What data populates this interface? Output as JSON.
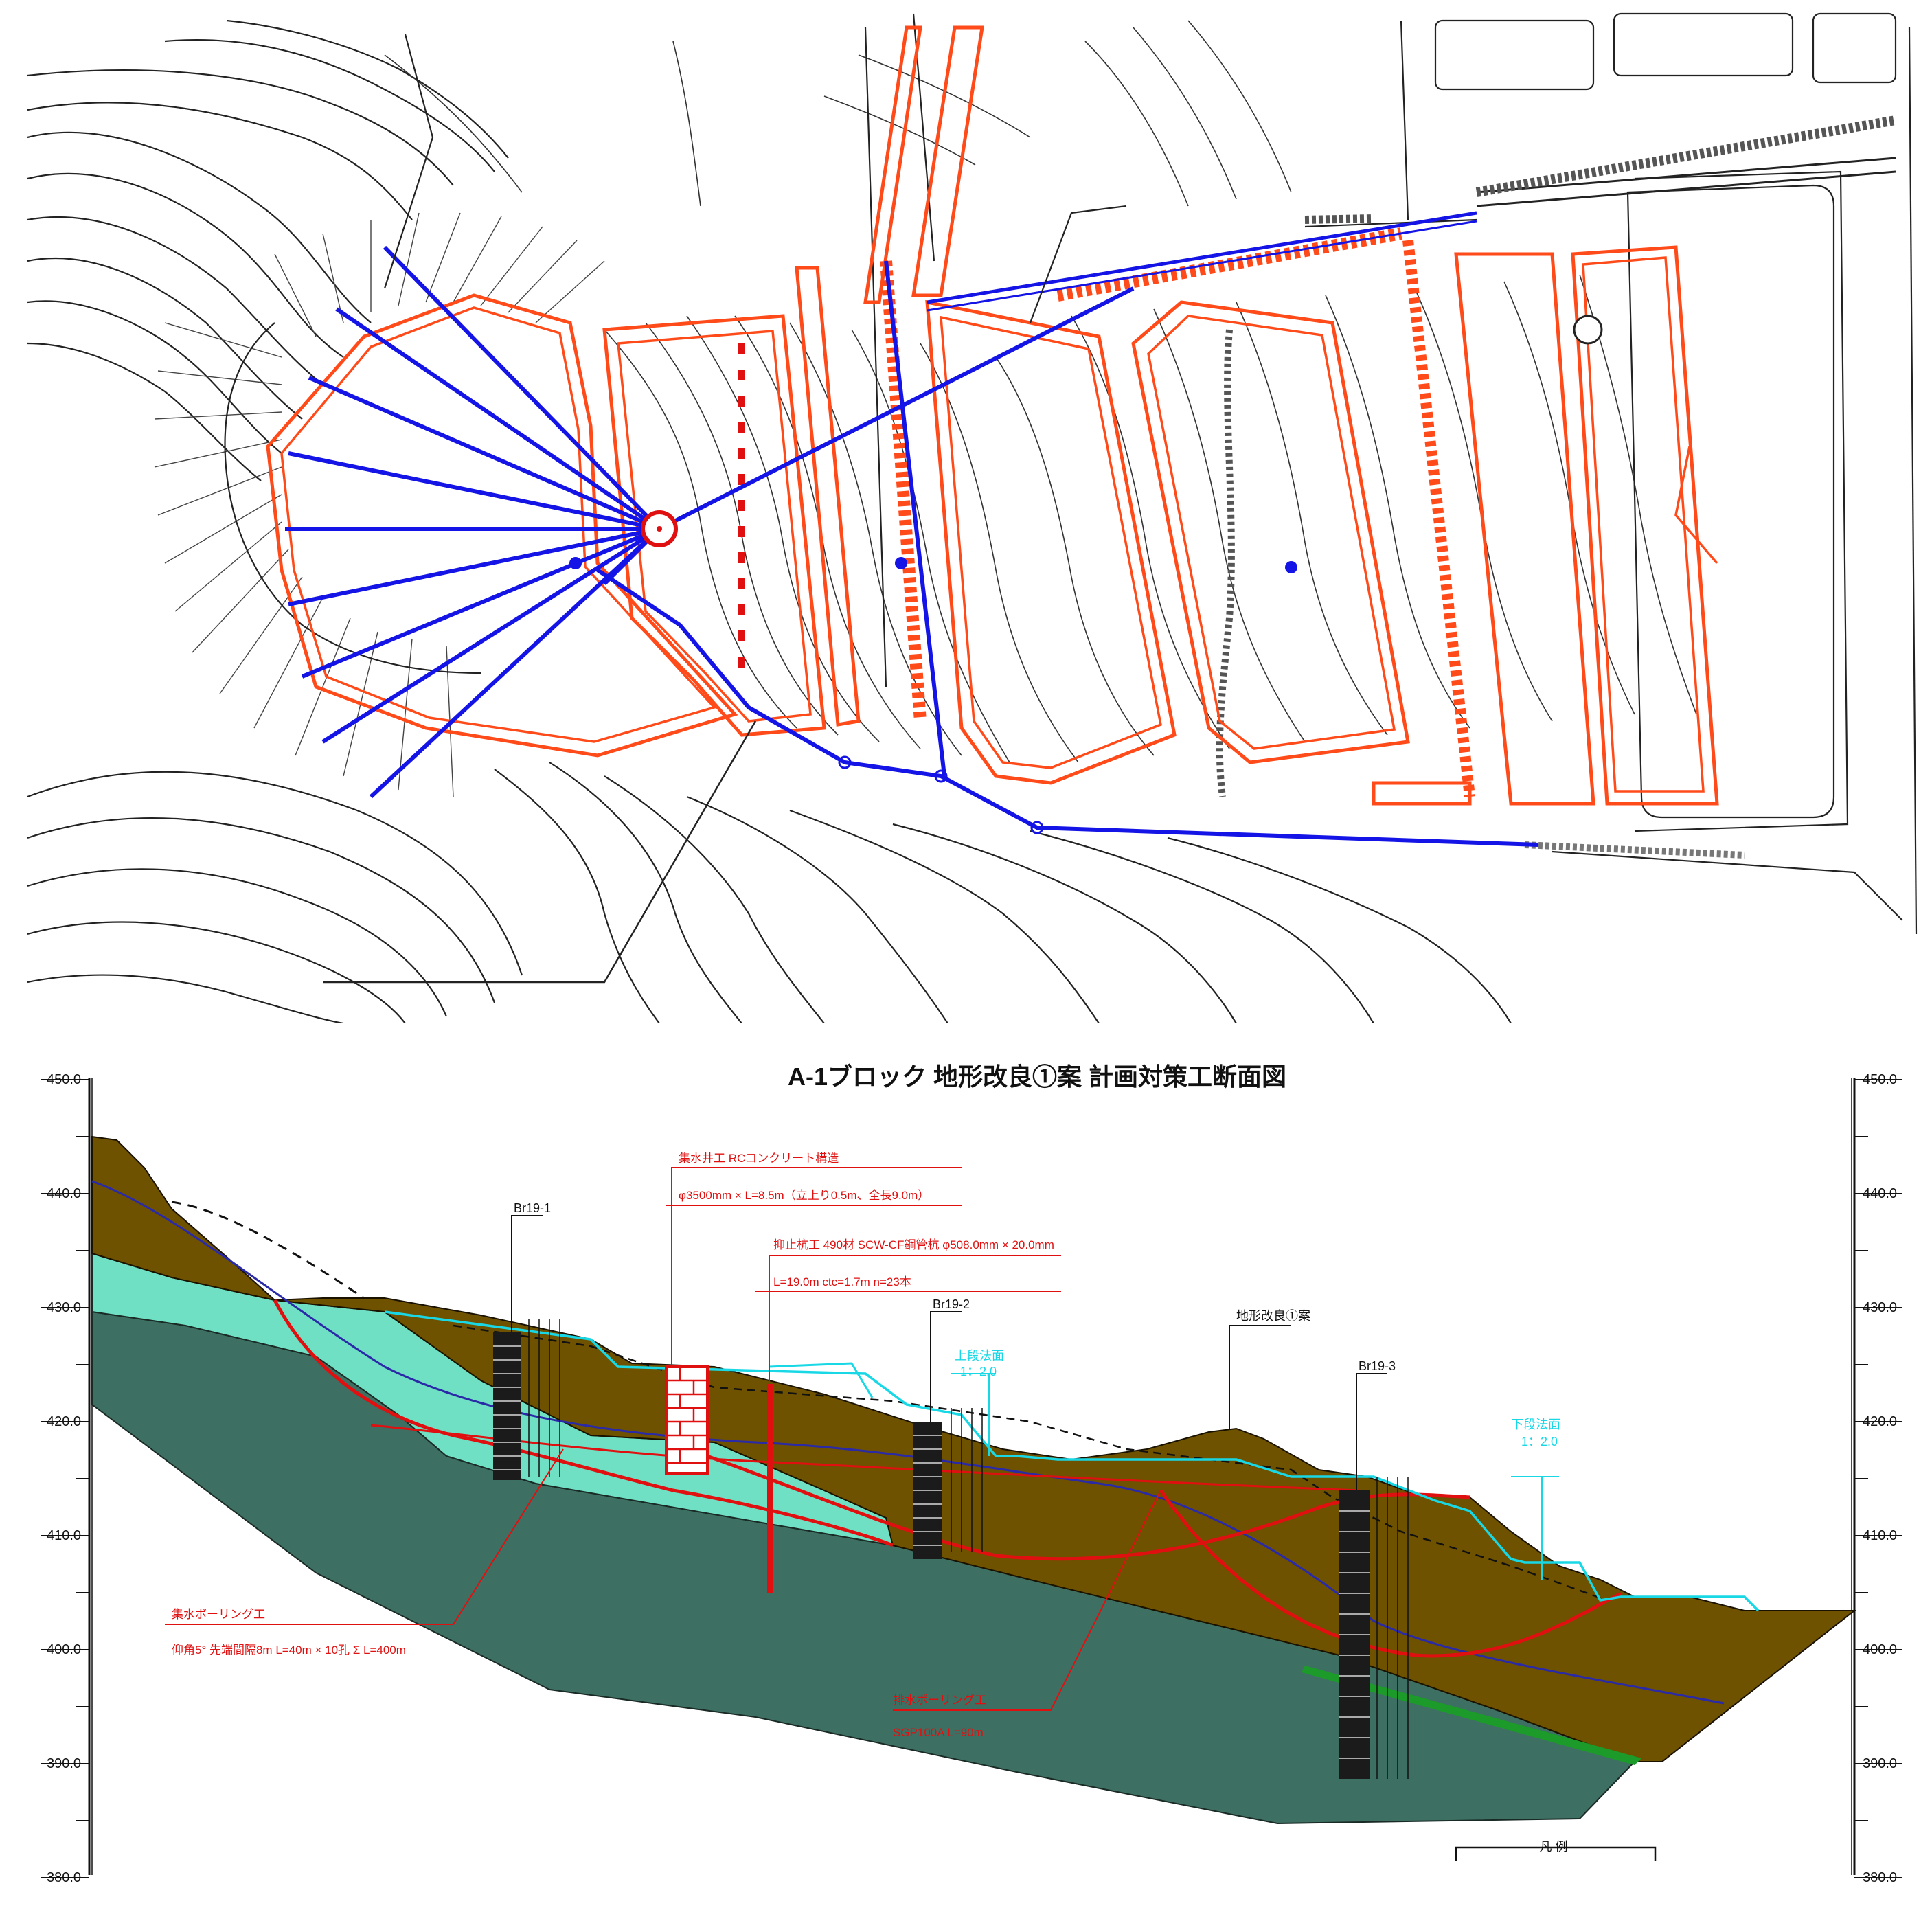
{
  "section": {
    "title": "A-1ブロック 地形改良①案 計画対策工断面図",
    "elevation_ticks": [
      "450.0",
      "440.0",
      "430.0",
      "420.0",
      "410.0",
      "400.0",
      "390.0",
      "380.0"
    ],
    "boreholes": [
      "Br19-1",
      "Br19-2",
      "Br19-3"
    ],
    "annotations": {
      "shaft_title": "集水井工 RCコンクリート構造",
      "shaft_spec": "φ3500mm × L=8.5m（立上り0.5m、全長9.0m）",
      "pile_title": "抑止杭工 490材 SCW-CF鋼管杭 φ508.0mm × 20.0mm",
      "pile_spec": "L=19.0m ctc=1.7m n=23本",
      "collect_boring_title": "集水ボーリング工",
      "collect_boring_spec": "仰角5° 先端間隔8m L=40m × 10孔 Σ L=400m",
      "drain_boring_title": "排水ボーリング工",
      "drain_boring_spec": "SGP100A L=90m",
      "terrain_label": "地形改良①案",
      "upper_slope_label": "上段法面",
      "upper_slope_ratio": "1：2.0",
      "lower_slope_label": "下段法面",
      "lower_slope_ratio": "1：2.0",
      "scale_label": "凡 例"
    }
  },
  "colors": {
    "plan_orange": "#ff4a1a",
    "plan_blue": "#1414e6",
    "soil_brown": "#6e5200",
    "soil_cyan": "#6fe0c4",
    "soil_bedrock": "#3d6f63",
    "slip_red": "#e01010",
    "design_cyan": "#19d8e6",
    "groundwater_blue": "#2a2aa8"
  }
}
